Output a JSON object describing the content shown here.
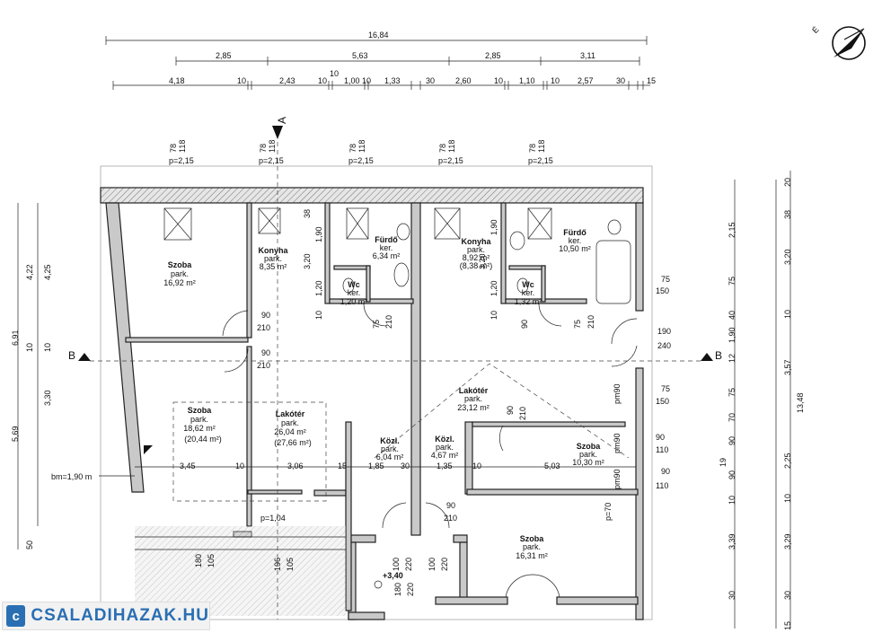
{
  "dims": {
    "overall": "16,84",
    "row2": [
      "2,85",
      "5,63",
      "2,85",
      "3,11"
    ],
    "row3": [
      "4,18",
      "10",
      "2,43",
      "10",
      "10",
      "1,00",
      "10",
      "1,33",
      "30",
      "2,60",
      "10",
      "1,10",
      "10",
      "2,57",
      "30",
      "15"
    ],
    "left_outer": [
      "6,91",
      "10",
      "5,69",
      "50"
    ],
    "left_mid": [
      "4,22",
      "4,25",
      "10",
      "3,30"
    ],
    "right_inner": [
      "2,15",
      "75",
      "40",
      "1,90",
      "12",
      "75",
      "70",
      "90",
      "19",
      "90",
      "10",
      "3,39",
      "30",
      "15"
    ],
    "right_mid": [
      "20",
      "38",
      "3,20",
      "10",
      "3,57",
      "2,25",
      "10",
      "3,29",
      "30"
    ],
    "right_total": "13,48",
    "interior_row": [
      "3,45",
      "10",
      "3,06",
      "15",
      "1,85",
      "30",
      "1,35",
      "10",
      "5,03"
    ],
    "interior_small": [
      "38",
      "1,90",
      "3,20",
      "1,20",
      "10",
      "1,90",
      "3,20",
      "1,20",
      "10"
    ]
  },
  "windows": {
    "top_sizes": [
      "78",
      "118",
      "p=2,15"
    ],
    "right": [
      [
        "75",
        "150"
      ],
      [
        "190",
        "240"
      ],
      [
        "75",
        "150"
      ],
      [
        "90",
        "110"
      ],
      [
        "90",
        "110"
      ]
    ],
    "door_marks": [
      [
        "90",
        "210"
      ],
      [
        "90",
        "210"
      ],
      [
        "75",
        "210"
      ],
      [
        "90",
        "210"
      ],
      [
        "75",
        "210"
      ],
      [
        "90",
        "210"
      ],
      [
        "90",
        "210"
      ]
    ],
    "bottom": [
      [
        "180",
        "105"
      ],
      [
        "196",
        "105"
      ],
      [
        "100",
        "220"
      ],
      [
        "100",
        "220"
      ],
      [
        "180",
        "220"
      ]
    ],
    "pm": [
      "pm90",
      "pm90",
      "pm90",
      "p=70",
      "p=1,04"
    ]
  },
  "rooms": [
    {
      "name": "Szoba",
      "floor": "park.",
      "area": "16,92 m²"
    },
    {
      "name": "Konyha",
      "floor": "park.",
      "area": "8,35 m²"
    },
    {
      "name": "Fürdő",
      "floor": "ker.",
      "area": "6,34 m²"
    },
    {
      "name": "Wc",
      "floor": "ker.",
      "area": "1,20 m²"
    },
    {
      "name": "Konyha",
      "floor": "park.",
      "area": "8,92 m²",
      "extra": "(8,38 m²)"
    },
    {
      "name": "Wc",
      "floor": "ker.",
      "area": "1,32 m²"
    },
    {
      "name": "Fürdő",
      "floor": "ker.",
      "area": "10,50 m²"
    },
    {
      "name": "Szoba",
      "floor": "park.",
      "area": "18,62 m²",
      "extra": "(20,44 m²)"
    },
    {
      "name": "Lakótér",
      "floor": "park.",
      "area": "26,04 m²",
      "extra": "(27,66 m²)"
    },
    {
      "name": "Közl.",
      "floor": "park.",
      "area": "6,04 m²"
    },
    {
      "name": "Lakótér",
      "floor": "park.",
      "area": "23,12 m²"
    },
    {
      "name": "Közl.",
      "floor": "park.",
      "area": "4,67 m²"
    },
    {
      "name": "Szoba",
      "floor": "park.",
      "area": "10,30 m²"
    },
    {
      "name": "Szoba",
      "floor": "park.",
      "area": "16,31 m²"
    }
  ],
  "section": {
    "a": "A",
    "b_left": "B",
    "b_right": "B"
  },
  "labels": {
    "bm": "bm=1,90 m",
    "level": "+3,40",
    "compass": "É"
  },
  "logo": {
    "text": "CSALADIHAZAK.HU",
    "mark": "c"
  }
}
